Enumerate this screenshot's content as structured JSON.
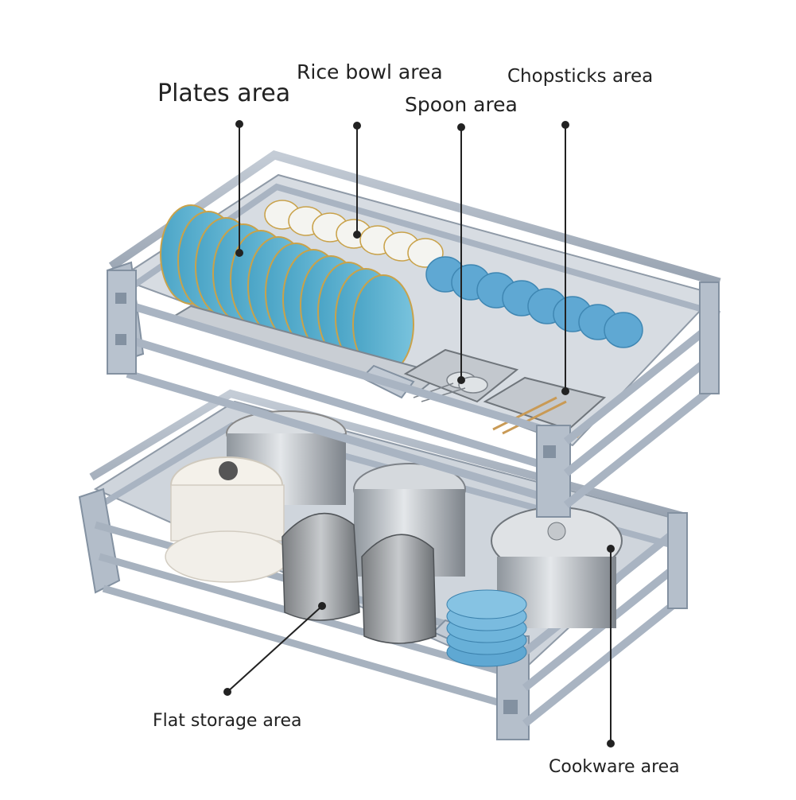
{
  "labels": {
    "plates": "Plates area",
    "rice_bowl": "Rice bowl area",
    "spoon": "Spoon area",
    "chopsticks": "Chopsticks area",
    "flat_storage": "Flat storage area",
    "cookware": "Cookware area"
  },
  "colors": {
    "frame": "#a9b4c2",
    "frame_dark": "#7f8b9a",
    "plate": "#62b4d2",
    "plate_rim": "#c9a24a",
    "bowl_white": "#f2f2ee",
    "bowl_blue": "#5fa8d3",
    "steel": "#b9bec4",
    "steel_dark": "#6f757b",
    "pot_white": "#efece6"
  },
  "icons": {
    "pointer": "leader-dot-icon"
  }
}
